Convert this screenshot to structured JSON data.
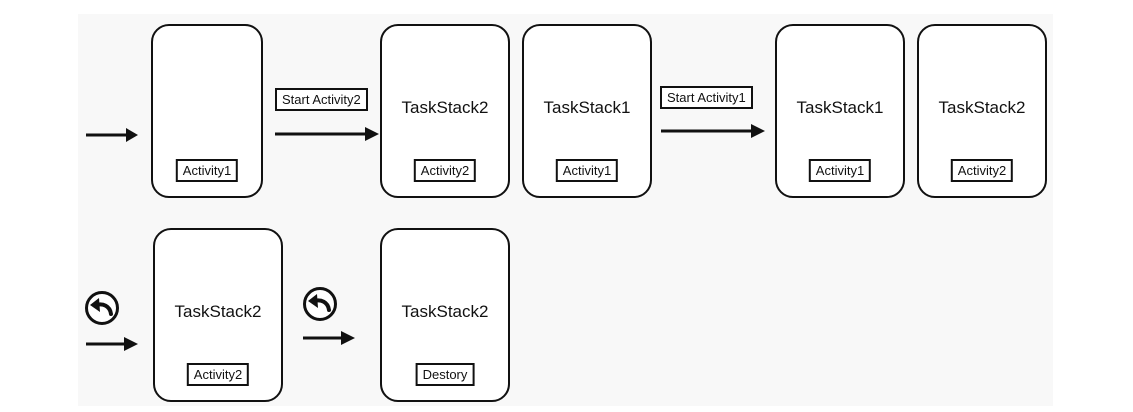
{
  "row1": {
    "phones": [
      {
        "title": "",
        "activities": [
          "Activity1"
        ]
      },
      {
        "title": "TaskStack2",
        "activities": [
          "Activity2"
        ]
      },
      {
        "title": "TaskStack1",
        "activities": [
          "Activity1"
        ]
      },
      {
        "title": "TaskStack1",
        "activities": [
          "Activity1"
        ]
      },
      {
        "title": "TaskStack2",
        "activities": [
          "Activity2"
        ]
      }
    ],
    "actions": [
      "Start Activity2",
      "Start Activity1"
    ]
  },
  "row2": {
    "phones": [
      {
        "title": "TaskStack2",
        "activities": [
          "Activity2"
        ]
      },
      {
        "title": "TaskStack2",
        "activities": [
          "Destory"
        ]
      }
    ]
  },
  "icons": {
    "arrow": "right-arrow-icon",
    "back": "back-arrow-icon"
  }
}
